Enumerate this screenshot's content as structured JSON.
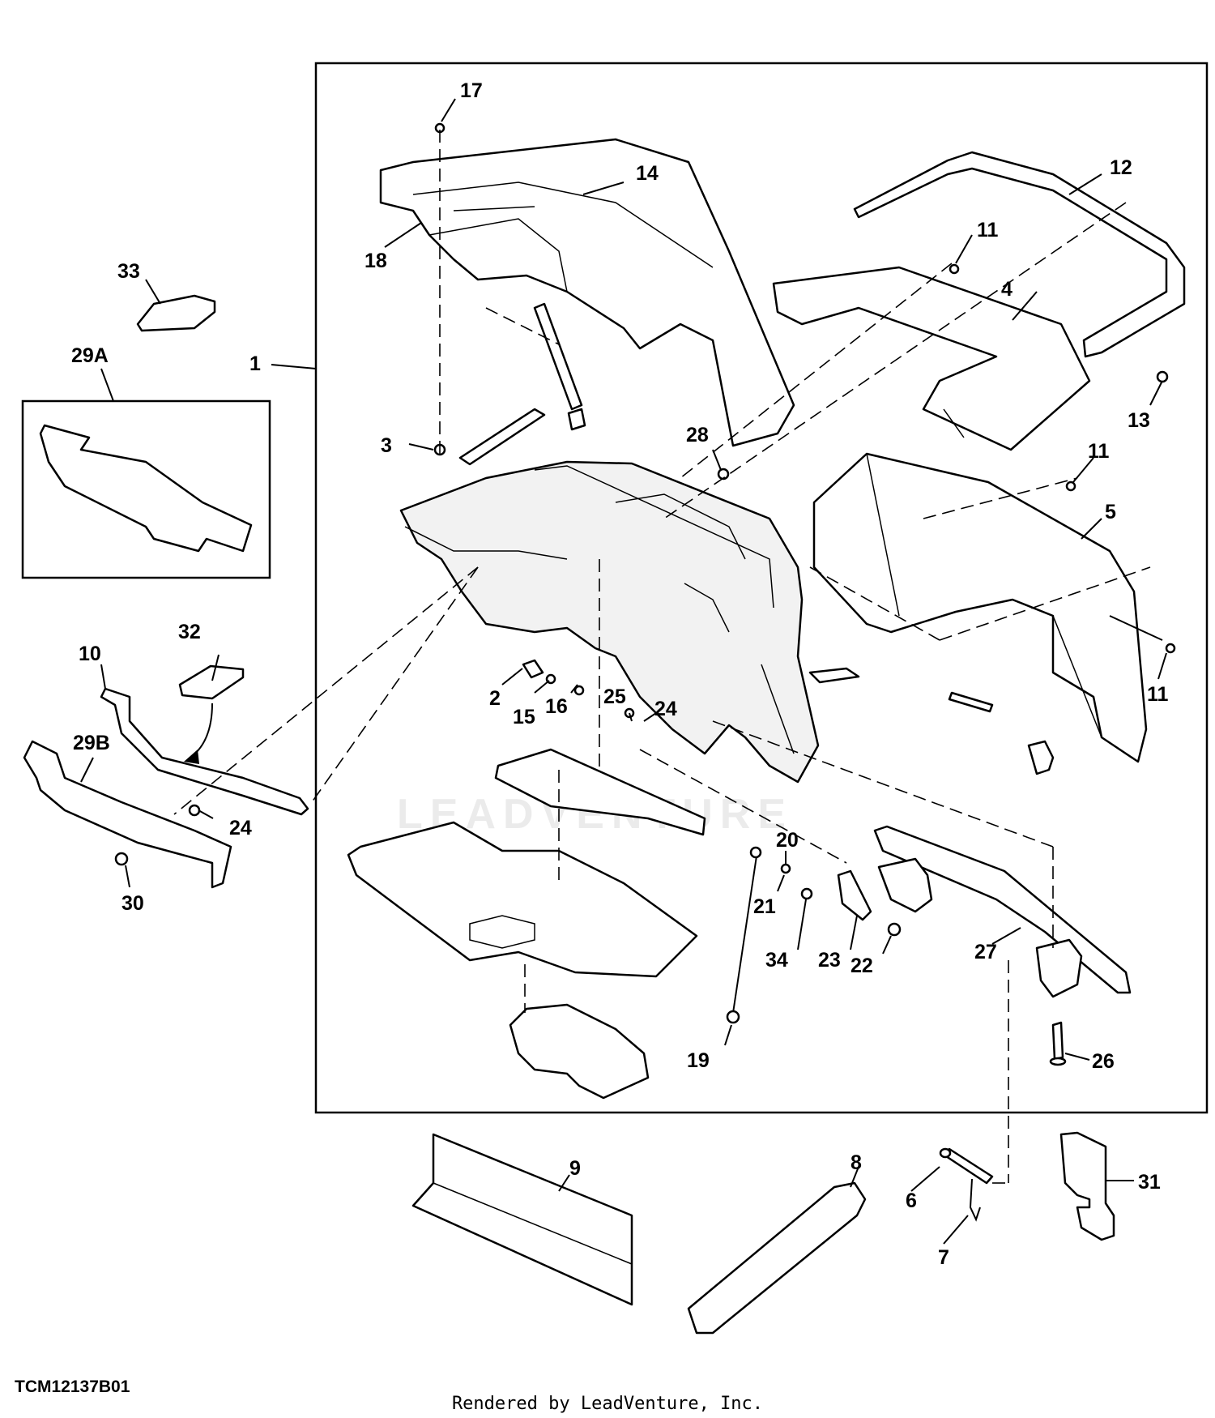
{
  "figure_code": "TCM12137B01",
  "credit": "Rendered by LeadVenture, Inc.",
  "watermark": "LEADVENTURE",
  "callouts": [
    "1",
    "2",
    "3",
    "4",
    "5",
    "6",
    "7",
    "8",
    "9",
    "10",
    "11",
    "11",
    "11",
    "12",
    "13",
    "14",
    "15",
    "16",
    "17",
    "18",
    "19",
    "20",
    "21",
    "22",
    "23",
    "24",
    "24",
    "25",
    "26",
    "27",
    "28",
    "29A",
    "29B",
    "30",
    "31",
    "32",
    "33",
    "34"
  ]
}
